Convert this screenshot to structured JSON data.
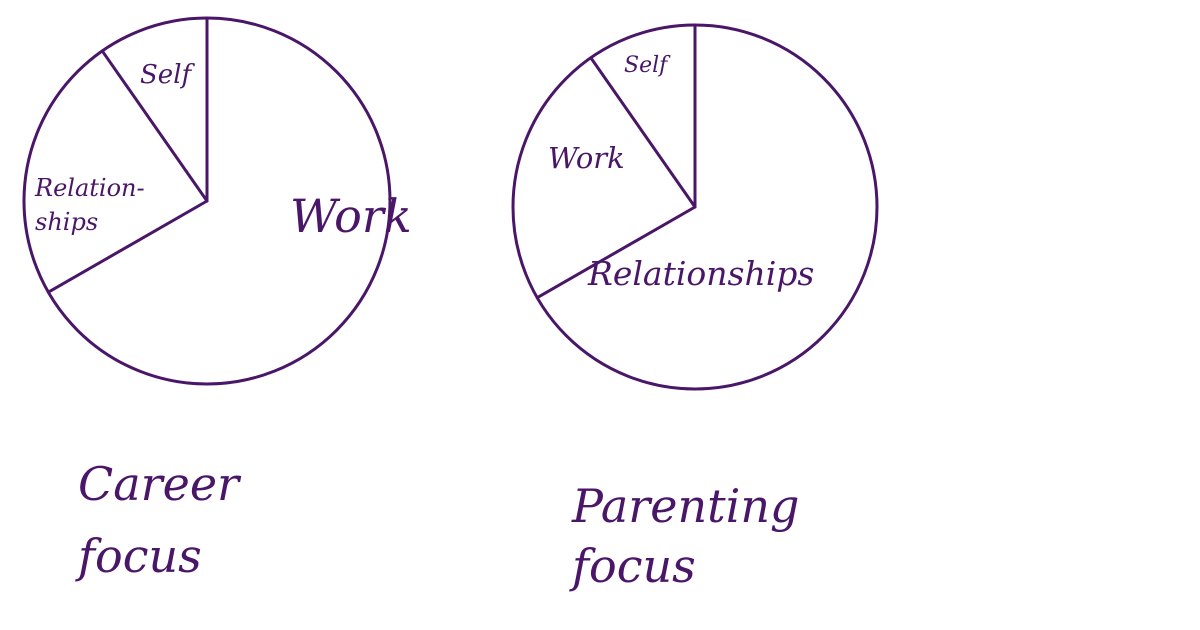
{
  "style": {
    "ink_color": "#4a1668",
    "background": "#ffffff"
  },
  "chart_data": [
    {
      "type": "pie",
      "caption_lines": [
        "Career",
        "focus"
      ],
      "slices": [
        {
          "label_lines": [
            "Work"
          ],
          "value": 0.667
        },
        {
          "label_lines": [
            "Relation-",
            "ships"
          ],
          "value": 0.236
        },
        {
          "label_lines": [
            "Self"
          ],
          "value": 0.097
        }
      ]
    },
    {
      "type": "pie",
      "caption_lines": [
        "Parenting",
        "focus"
      ],
      "slices": [
        {
          "label_lines": [
            "Relationships"
          ],
          "value": 0.667
        },
        {
          "label_lines": [
            "Work"
          ],
          "value": 0.236
        },
        {
          "label_lines": [
            "Self"
          ],
          "value": 0.097
        }
      ]
    }
  ]
}
